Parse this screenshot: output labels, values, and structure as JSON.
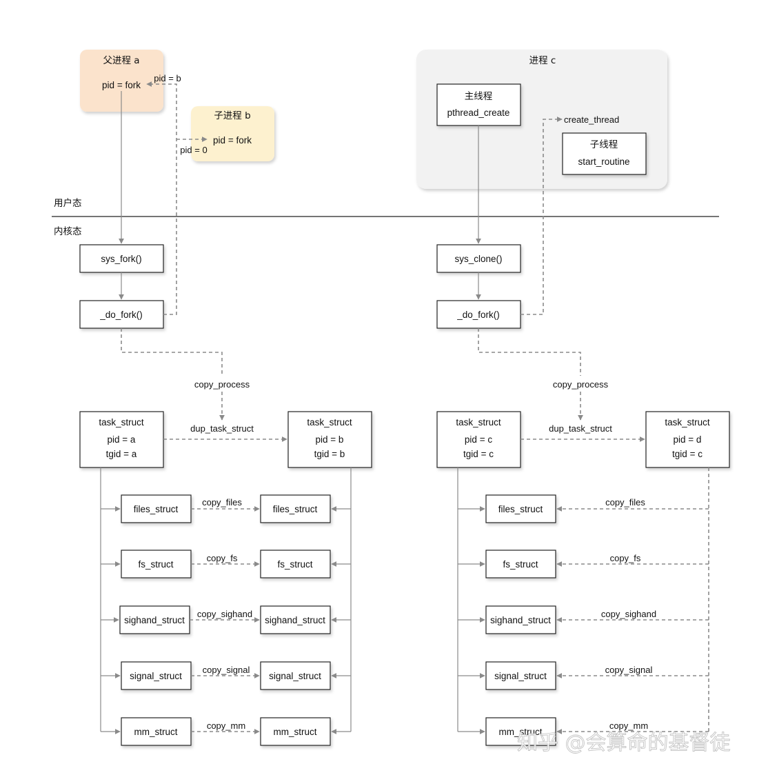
{
  "user_mode_label": "用户态",
  "kernel_mode_label": "内核态",
  "left": {
    "parent_process": {
      "title": "父进程 a",
      "line": "pid = fork"
    },
    "child_process": {
      "title": "子进程 b",
      "line": "pid = fork"
    },
    "pid_b_label": "pid = b",
    "pid_0_label": "pid = 0",
    "sys_fork": "sys_fork()",
    "do_fork": "_do_fork()",
    "copy_process": "copy_process",
    "dup_task_struct": "dup_task_struct",
    "task_a": {
      "title": "task_struct",
      "pid": "pid = a",
      "tgid": "tgid = a"
    },
    "task_b": {
      "title": "task_struct",
      "pid": "pid = b",
      "tgid": "tgid = b"
    },
    "rows": [
      {
        "src": "files_struct",
        "dst": "files_struct",
        "copy": "copy_files"
      },
      {
        "src": "fs_struct",
        "dst": "fs_struct",
        "copy": "copy_fs"
      },
      {
        "src": "sighand_struct",
        "dst": "sighand_struct",
        "copy": "copy_sighand"
      },
      {
        "src": "signal_struct",
        "dst": "signal_struct",
        "copy": "copy_signal"
      },
      {
        "src": "mm_struct",
        "dst": "mm_struct",
        "copy": "copy_mm"
      }
    ]
  },
  "right": {
    "process_c": "进程 c",
    "main_thread": {
      "title": "主线程",
      "line": "pthread_create"
    },
    "sub_thread": {
      "title": "子线程",
      "line": "start_routine"
    },
    "create_thread": "create_thread",
    "sys_clone": "sys_clone()",
    "do_fork": "_do_fork()",
    "copy_process": "copy_process",
    "dup_task_struct": "dup_task_struct",
    "task_c": {
      "title": "task_struct",
      "pid": "pid = c",
      "tgid": "tgid = c"
    },
    "task_d": {
      "title": "task_struct",
      "pid": "pid = d",
      "tgid": "tgid = c"
    },
    "rows": [
      {
        "src": "files_struct",
        "copy": "copy_files"
      },
      {
        "src": "fs_struct",
        "copy": "copy_fs"
      },
      {
        "src": "sighand_struct",
        "copy": "copy_sighand"
      },
      {
        "src": "signal_struct",
        "copy": "copy_signal"
      },
      {
        "src": "mm_struct",
        "copy": "copy_mm"
      }
    ]
  },
  "watermark": "知乎 @会算命的基督徒",
  "colors": {
    "parent_fill": "#fbe3cc",
    "child_fill": "#fdf1cf",
    "process_c_fill": "#f2f2f2",
    "arrow": "#8a8a8a"
  }
}
